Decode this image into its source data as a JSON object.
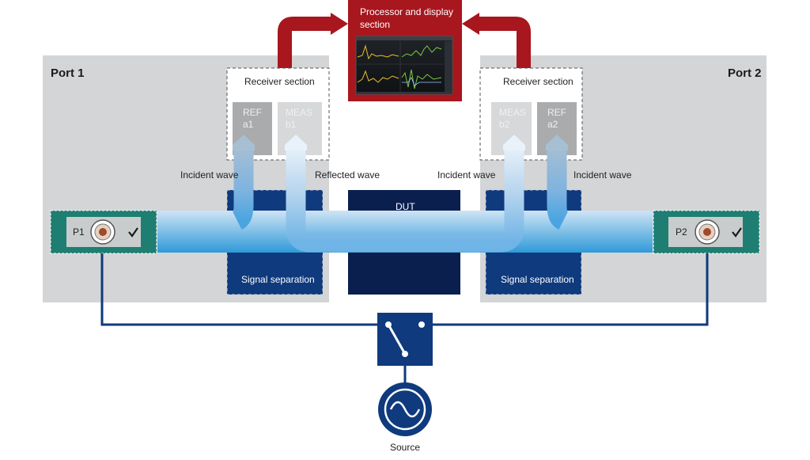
{
  "ports": {
    "port1": {
      "title": "Port 1",
      "connector_label": "P1"
    },
    "port2": {
      "title": "Port 2",
      "connector_label": "P2"
    }
  },
  "processor": {
    "label_line1": "Processor and display",
    "label_line2": "section"
  },
  "receiver": {
    "left": {
      "title": "Receiver section",
      "ref_line1": "REF",
      "ref_line2": "a1",
      "meas_line1": "MEAS",
      "meas_line2": "b1"
    },
    "right": {
      "title": "Receiver section",
      "meas_line1": "MEAS",
      "meas_line2": "b2",
      "ref_line1": "REF",
      "ref_line2": "a2"
    }
  },
  "waves": {
    "incident_left": "Incident wave",
    "reflected": "Reflected wave",
    "incident_mid": "Incident wave",
    "incident_right": "Incident wave"
  },
  "dut": {
    "label": "DUT"
  },
  "signal_separation": {
    "left": "Signal separation",
    "right": "Signal separation"
  },
  "source": {
    "label": "Source"
  },
  "colors": {
    "port_panel": "#d3d5d6",
    "processor_red": "#a8161e",
    "navy": "#0f3a7d",
    "dut_navy": "#0b1f4f",
    "teal": "#1f7e72",
    "receiver_box_grey": "#a9abad",
    "wave_light": "#cfe4f5",
    "wave_blue": "#2f9ad8"
  }
}
